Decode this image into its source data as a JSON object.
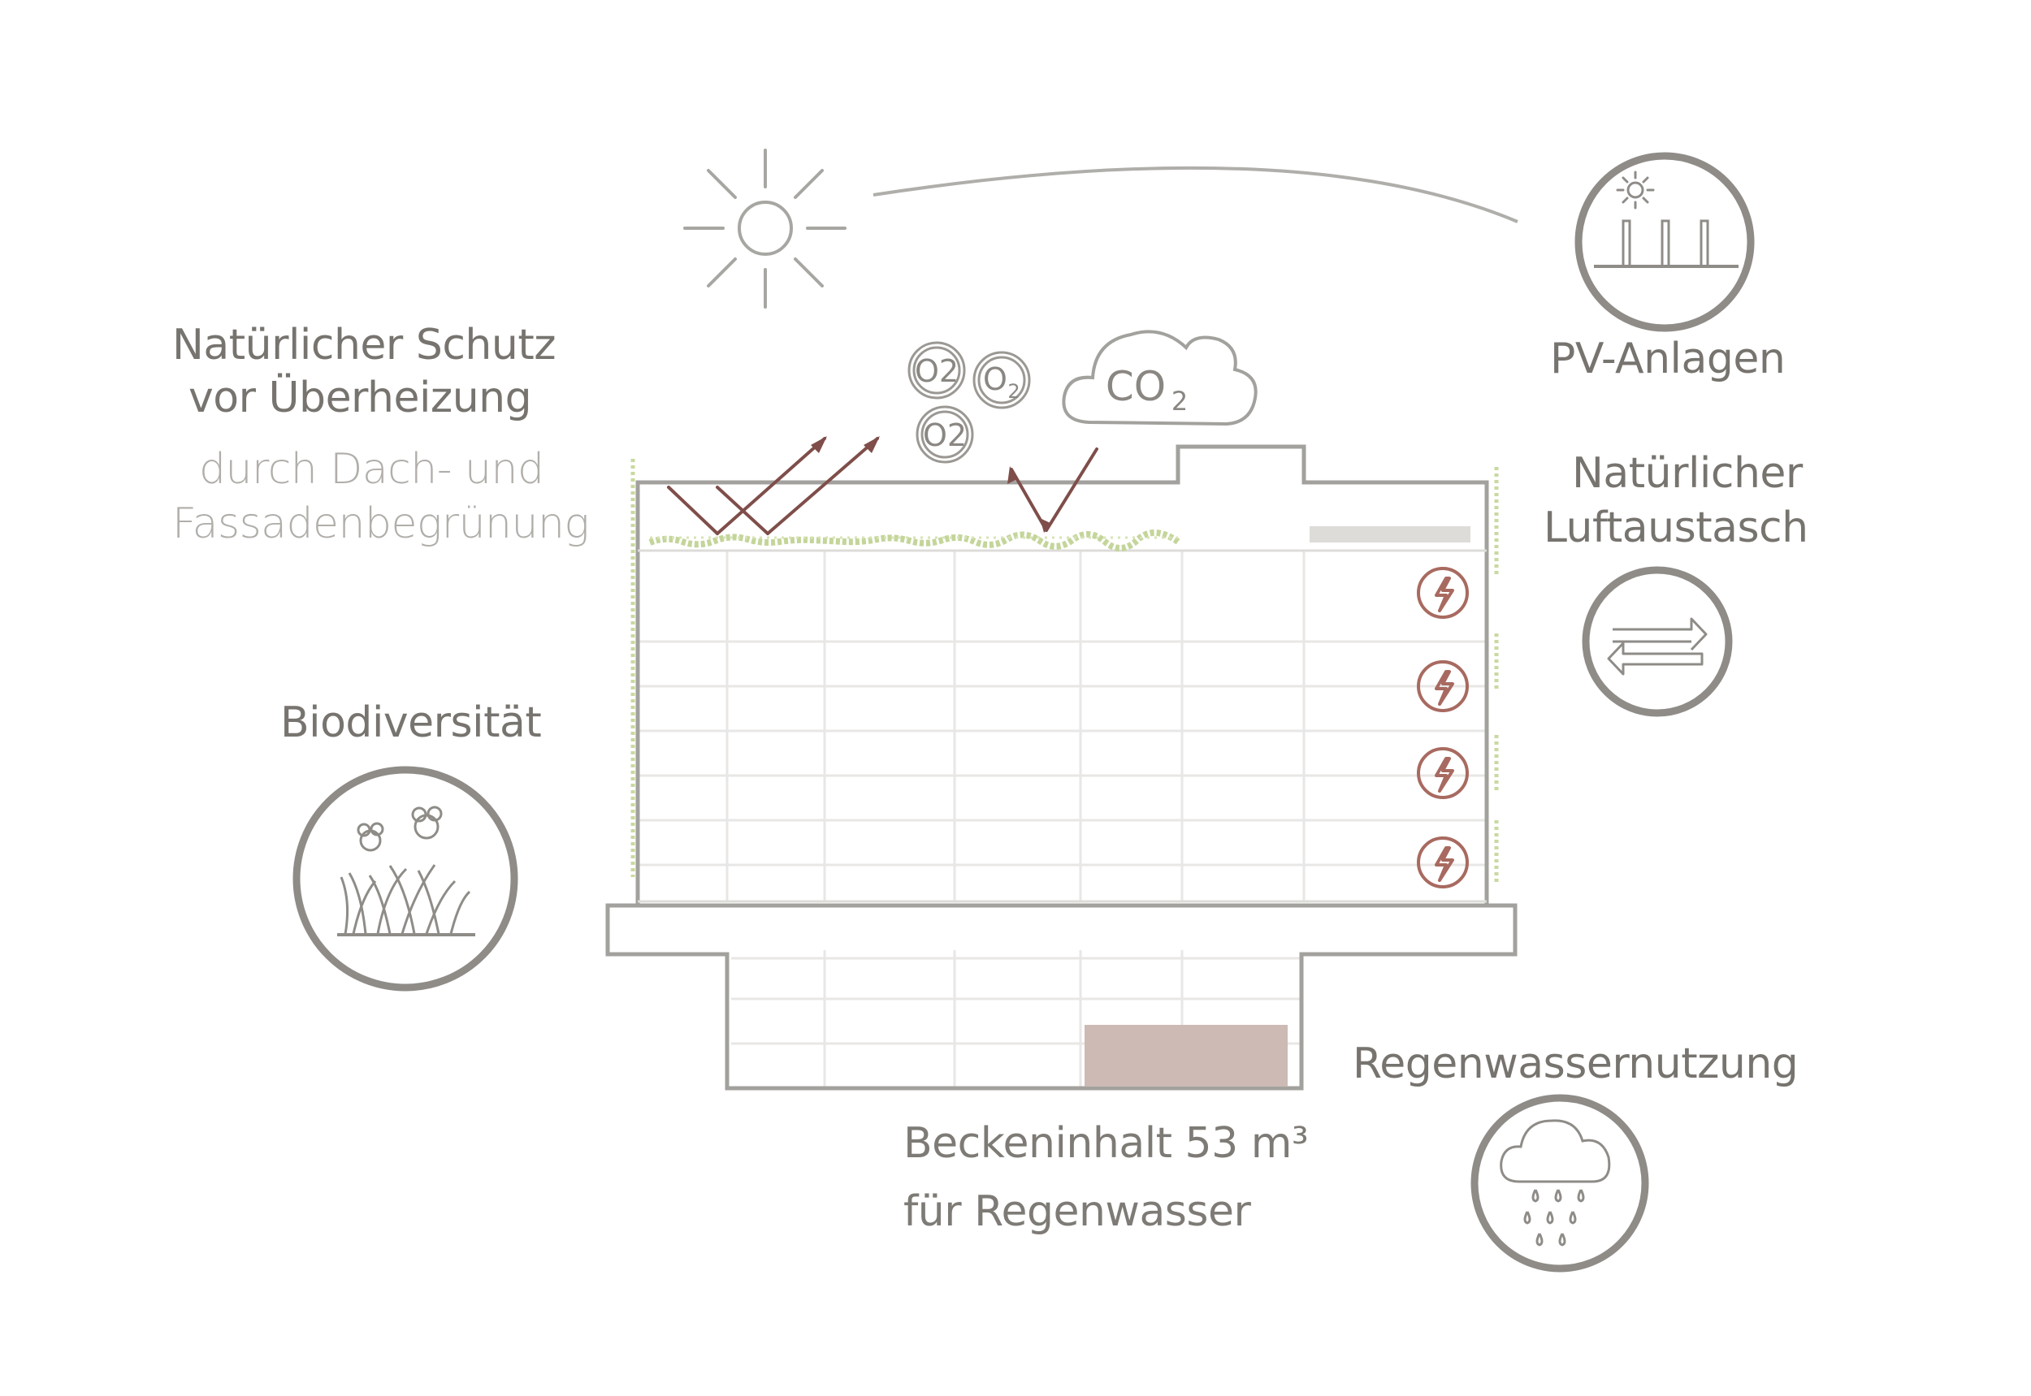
{
  "labels": {
    "heat_title_1": "Natürlicher Schutz",
    "heat_title_2": "vor Überheizung",
    "heat_sub_1": "durch Dach- und",
    "heat_sub_2": "Fassadenbegrünung",
    "biodiversity": "Biodiversität",
    "pv": "PV-Anlagen",
    "air_1": "Natürlicher",
    "air_2": "Luftaustasch",
    "rainwater": "Regenwassernutzung",
    "tank_1": "Beckeninhalt 53 m³",
    "tank_2": "für Regenwasser"
  },
  "gases": {
    "o2": "O2",
    "co2": "CO",
    "co2_sub": "2",
    "o2_sub": "2"
  },
  "icons": [
    "sun-icon",
    "pv-panel-icon",
    "air-exchange-icon",
    "biodiversity-icon",
    "rain-cloud-icon",
    "lightning-icon",
    "o2-bubble-icon",
    "co2-cloud-icon"
  ],
  "colors": {
    "line_gray": "#a3a19d",
    "accent_red": "#a86a60",
    "arrow_brown": "#7f4e4a",
    "green": "#b9cd86",
    "tank_fill": "#cdbab5",
    "light_bar": "#dedcd9"
  }
}
